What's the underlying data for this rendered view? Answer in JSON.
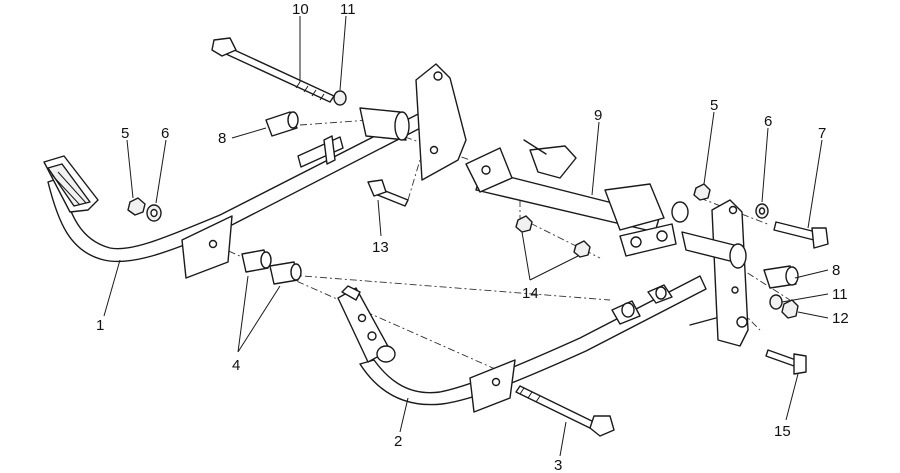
{
  "diagram": {
    "callouts": [
      {
        "id": "c10",
        "label": "10"
      },
      {
        "id": "c11a",
        "label": "11"
      },
      {
        "id": "c5a",
        "label": "5"
      },
      {
        "id": "c6a",
        "label": "6"
      },
      {
        "id": "c8a",
        "label": "8"
      },
      {
        "id": "c9",
        "label": "9"
      },
      {
        "id": "c5b",
        "label": "5"
      },
      {
        "id": "c6b",
        "label": "6"
      },
      {
        "id": "c7",
        "label": "7"
      },
      {
        "id": "c13",
        "label": "13"
      },
      {
        "id": "c1",
        "label": "1"
      },
      {
        "id": "c14",
        "label": "14"
      },
      {
        "id": "c8b",
        "label": "8"
      },
      {
        "id": "c11b",
        "label": "11"
      },
      {
        "id": "c12",
        "label": "12"
      },
      {
        "id": "c4",
        "label": "4"
      },
      {
        "id": "c2",
        "label": "2"
      },
      {
        "id": "c15",
        "label": "15"
      },
      {
        "id": "c3",
        "label": "3"
      }
    ]
  }
}
